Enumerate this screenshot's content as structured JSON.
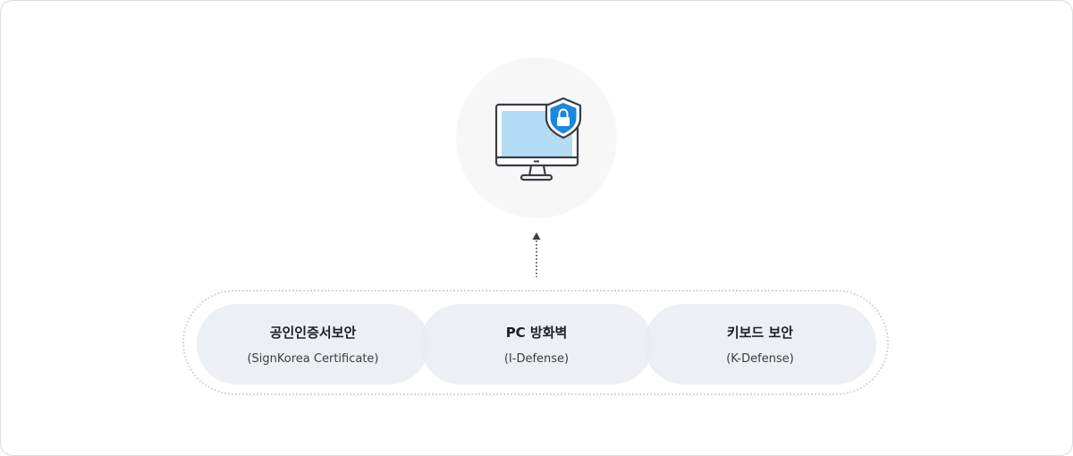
{
  "diagram": {
    "hub_icon": "secure-monitor-icon",
    "hub_badge_icon": "shield-lock-icon",
    "colors": {
      "screen_fill": "#b3dcf4",
      "monitor_stroke": "#3a3d45",
      "shield_blue": "#1b87dd",
      "pill_bg": "#e8ebf2",
      "dotted_border": "#d6d8dc"
    },
    "components": [
      {
        "title": "공인인증서보안",
        "subtitle": "(SignKorea Certificate)"
      },
      {
        "title": "PC 방화벽",
        "subtitle": "(I-Defense)"
      },
      {
        "title": "키보드 보안",
        "subtitle": "(K-Defense)"
      }
    ]
  }
}
